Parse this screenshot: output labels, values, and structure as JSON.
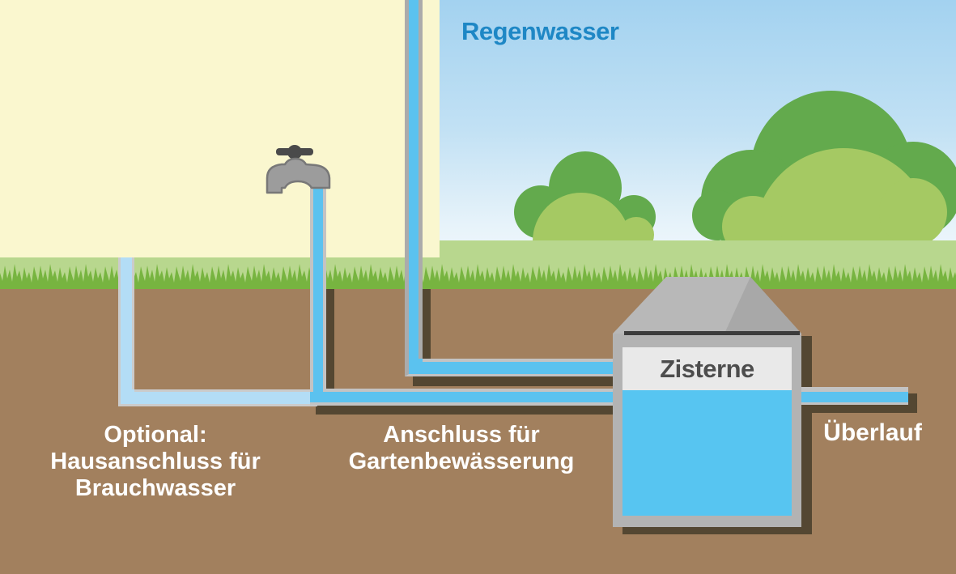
{
  "labels": {
    "rainwater": "Regenwasser",
    "cistern": "Zisterne",
    "overflow": "Überlauf",
    "optional_line1": "Optional:",
    "optional_line2": "Hausanschluss für",
    "optional_line3": "Brauchwasser",
    "garden_line1": "Anschluss für",
    "garden_line2": "Gartenbewässerung"
  },
  "colors": {
    "sky_top": "#a3d2f0",
    "sky_bottom": "#f7fbfe",
    "wall": "#faf7cf",
    "horizon_green": "#b8d78e",
    "grass_green": "#77b440",
    "bush_dark": "#63aa4d",
    "bush_light": "#a5c963",
    "soil": "#a2805e",
    "shadow": "#544732",
    "pipe_blue": "#5bc2ef",
    "pipe_pale": "#b3ddf6",
    "pipe_edge": "#c3c3c3",
    "pale_edge": "#cbcbcb",
    "downspout_edge": "#ababab",
    "water": "#57c5f1",
    "concrete": "#b3b3b3",
    "lid": "#b8b8b8",
    "lid_shade": "#a8a8a8",
    "panel": "#e9e9e9",
    "label_blue": "#1e87c5",
    "label_dark": "#4d4d4d",
    "label_white": "#ffffff",
    "tap_gray": "#9c9c9c",
    "tap_dark": "#4a4a4a"
  }
}
